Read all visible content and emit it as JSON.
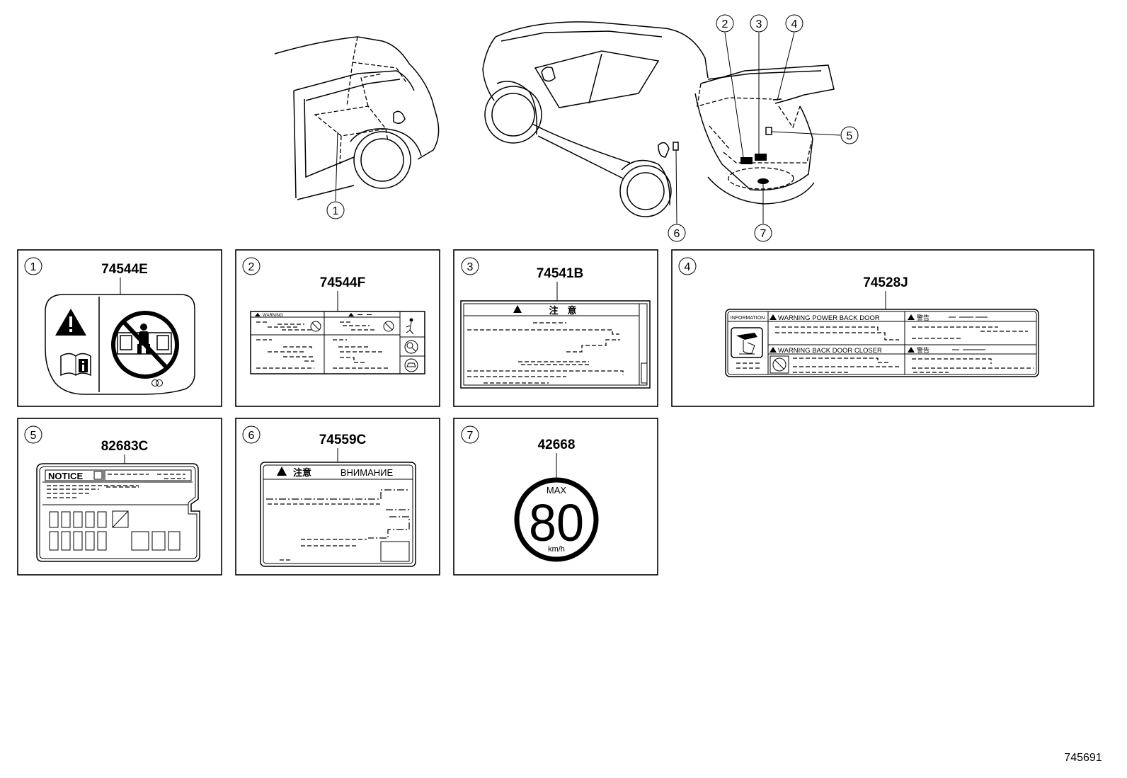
{
  "diagram_id": "745691",
  "colors": {
    "line": "#000000",
    "background": "#ffffff"
  },
  "callouts": [
    "1",
    "2",
    "3",
    "4",
    "5",
    "6",
    "7"
  ],
  "panels": [
    {
      "num": "1",
      "part": "74544E",
      "icons": [
        "warning-triangle-icon",
        "owners-manual-icon",
        "no-child-seat-icon"
      ]
    },
    {
      "num": "2",
      "part": "74544F",
      "label": {
        "header_left": "WARNING"
      }
    },
    {
      "num": "3",
      "part": "74541B",
      "label": {
        "header": "注　意"
      }
    },
    {
      "num": "4",
      "part": "74528J",
      "label": {
        "info": "INFORMATION",
        "warn1": "WARNING POWER BACK DOOR",
        "jp1": "警告",
        "warn2": "WARNING BACK DOOR CLOSER",
        "jp2": "警告"
      }
    },
    {
      "num": "5",
      "part": "82683C",
      "label": {
        "notice": "NOTICE"
      }
    },
    {
      "num": "6",
      "part": "74559C",
      "label": {
        "header_jp": "注意",
        "header_ru": "ВНИМАНИЕ"
      }
    },
    {
      "num": "7",
      "part": "42668",
      "label": {
        "max": "MAX",
        "speed": "80",
        "unit": "km/h"
      }
    }
  ]
}
